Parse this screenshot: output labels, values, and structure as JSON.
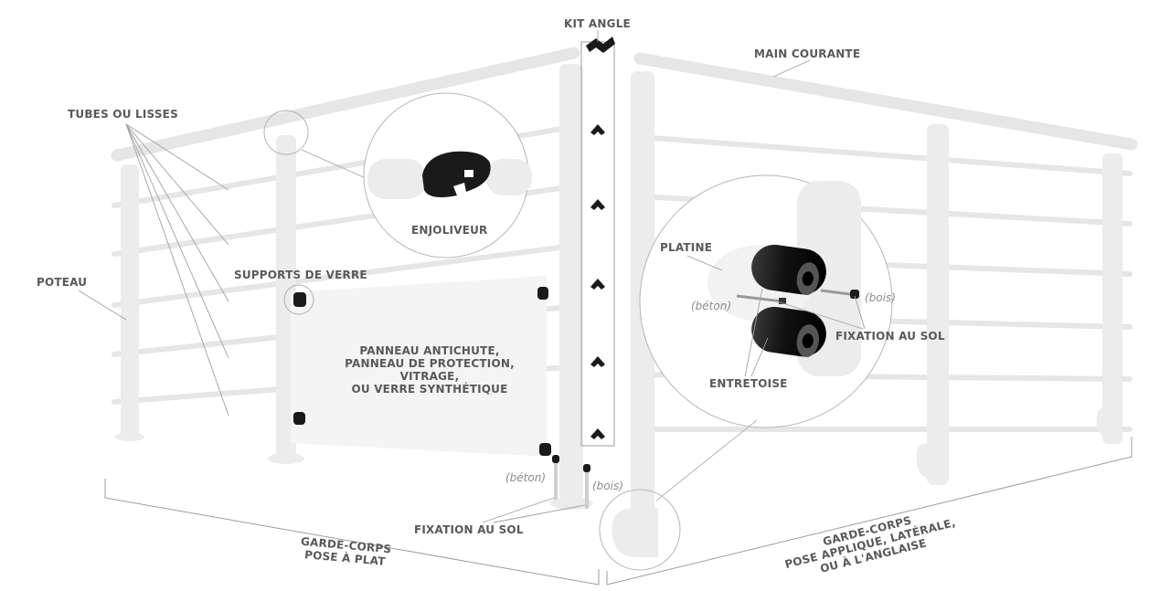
{
  "labels": {
    "kit_angle": "KIT ANGLE",
    "main_courante": "MAIN COURANTE",
    "tubes_ou_lisses": "TUBES OU LISSES",
    "poteau": "POTEAU",
    "supports_de_verre": "SUPPORTS DE VERRE",
    "enjoliveur": "ENJOLIVEUR",
    "platine": "PLATINE",
    "fixation_au_sol_right": "FIXATION AU SOL",
    "entretoise": "ENTRETOISE",
    "panneau_lines": [
      "PANNEAU ANTICHUTE,",
      "PANNEAU DE PROTECTION,",
      "VITRAGE,",
      "OU VERRE SYNTHÉTIQUE"
    ],
    "fixation_au_sol_bottom": "FIXATION AU SOL",
    "garde_corps_plat_lines": [
      "GARDE-CORPS",
      "POSE À PLAT"
    ],
    "garde_corps_applique_lines": [
      "GARDE-CORPS",
      "POSE APPLIQUE, LATÉRALE,",
      "OU À L'ANGLAISE"
    ]
  },
  "notes": {
    "beton_bottom": "(béton)",
    "bois_bottom": "(bois)",
    "beton_right": "(béton)",
    "bois_right": "(bois)"
  },
  "colors": {
    "label": "#58595b",
    "structure": "#e9e9e9",
    "line": "#b0b0b0",
    "part": "#1a1a1a"
  }
}
